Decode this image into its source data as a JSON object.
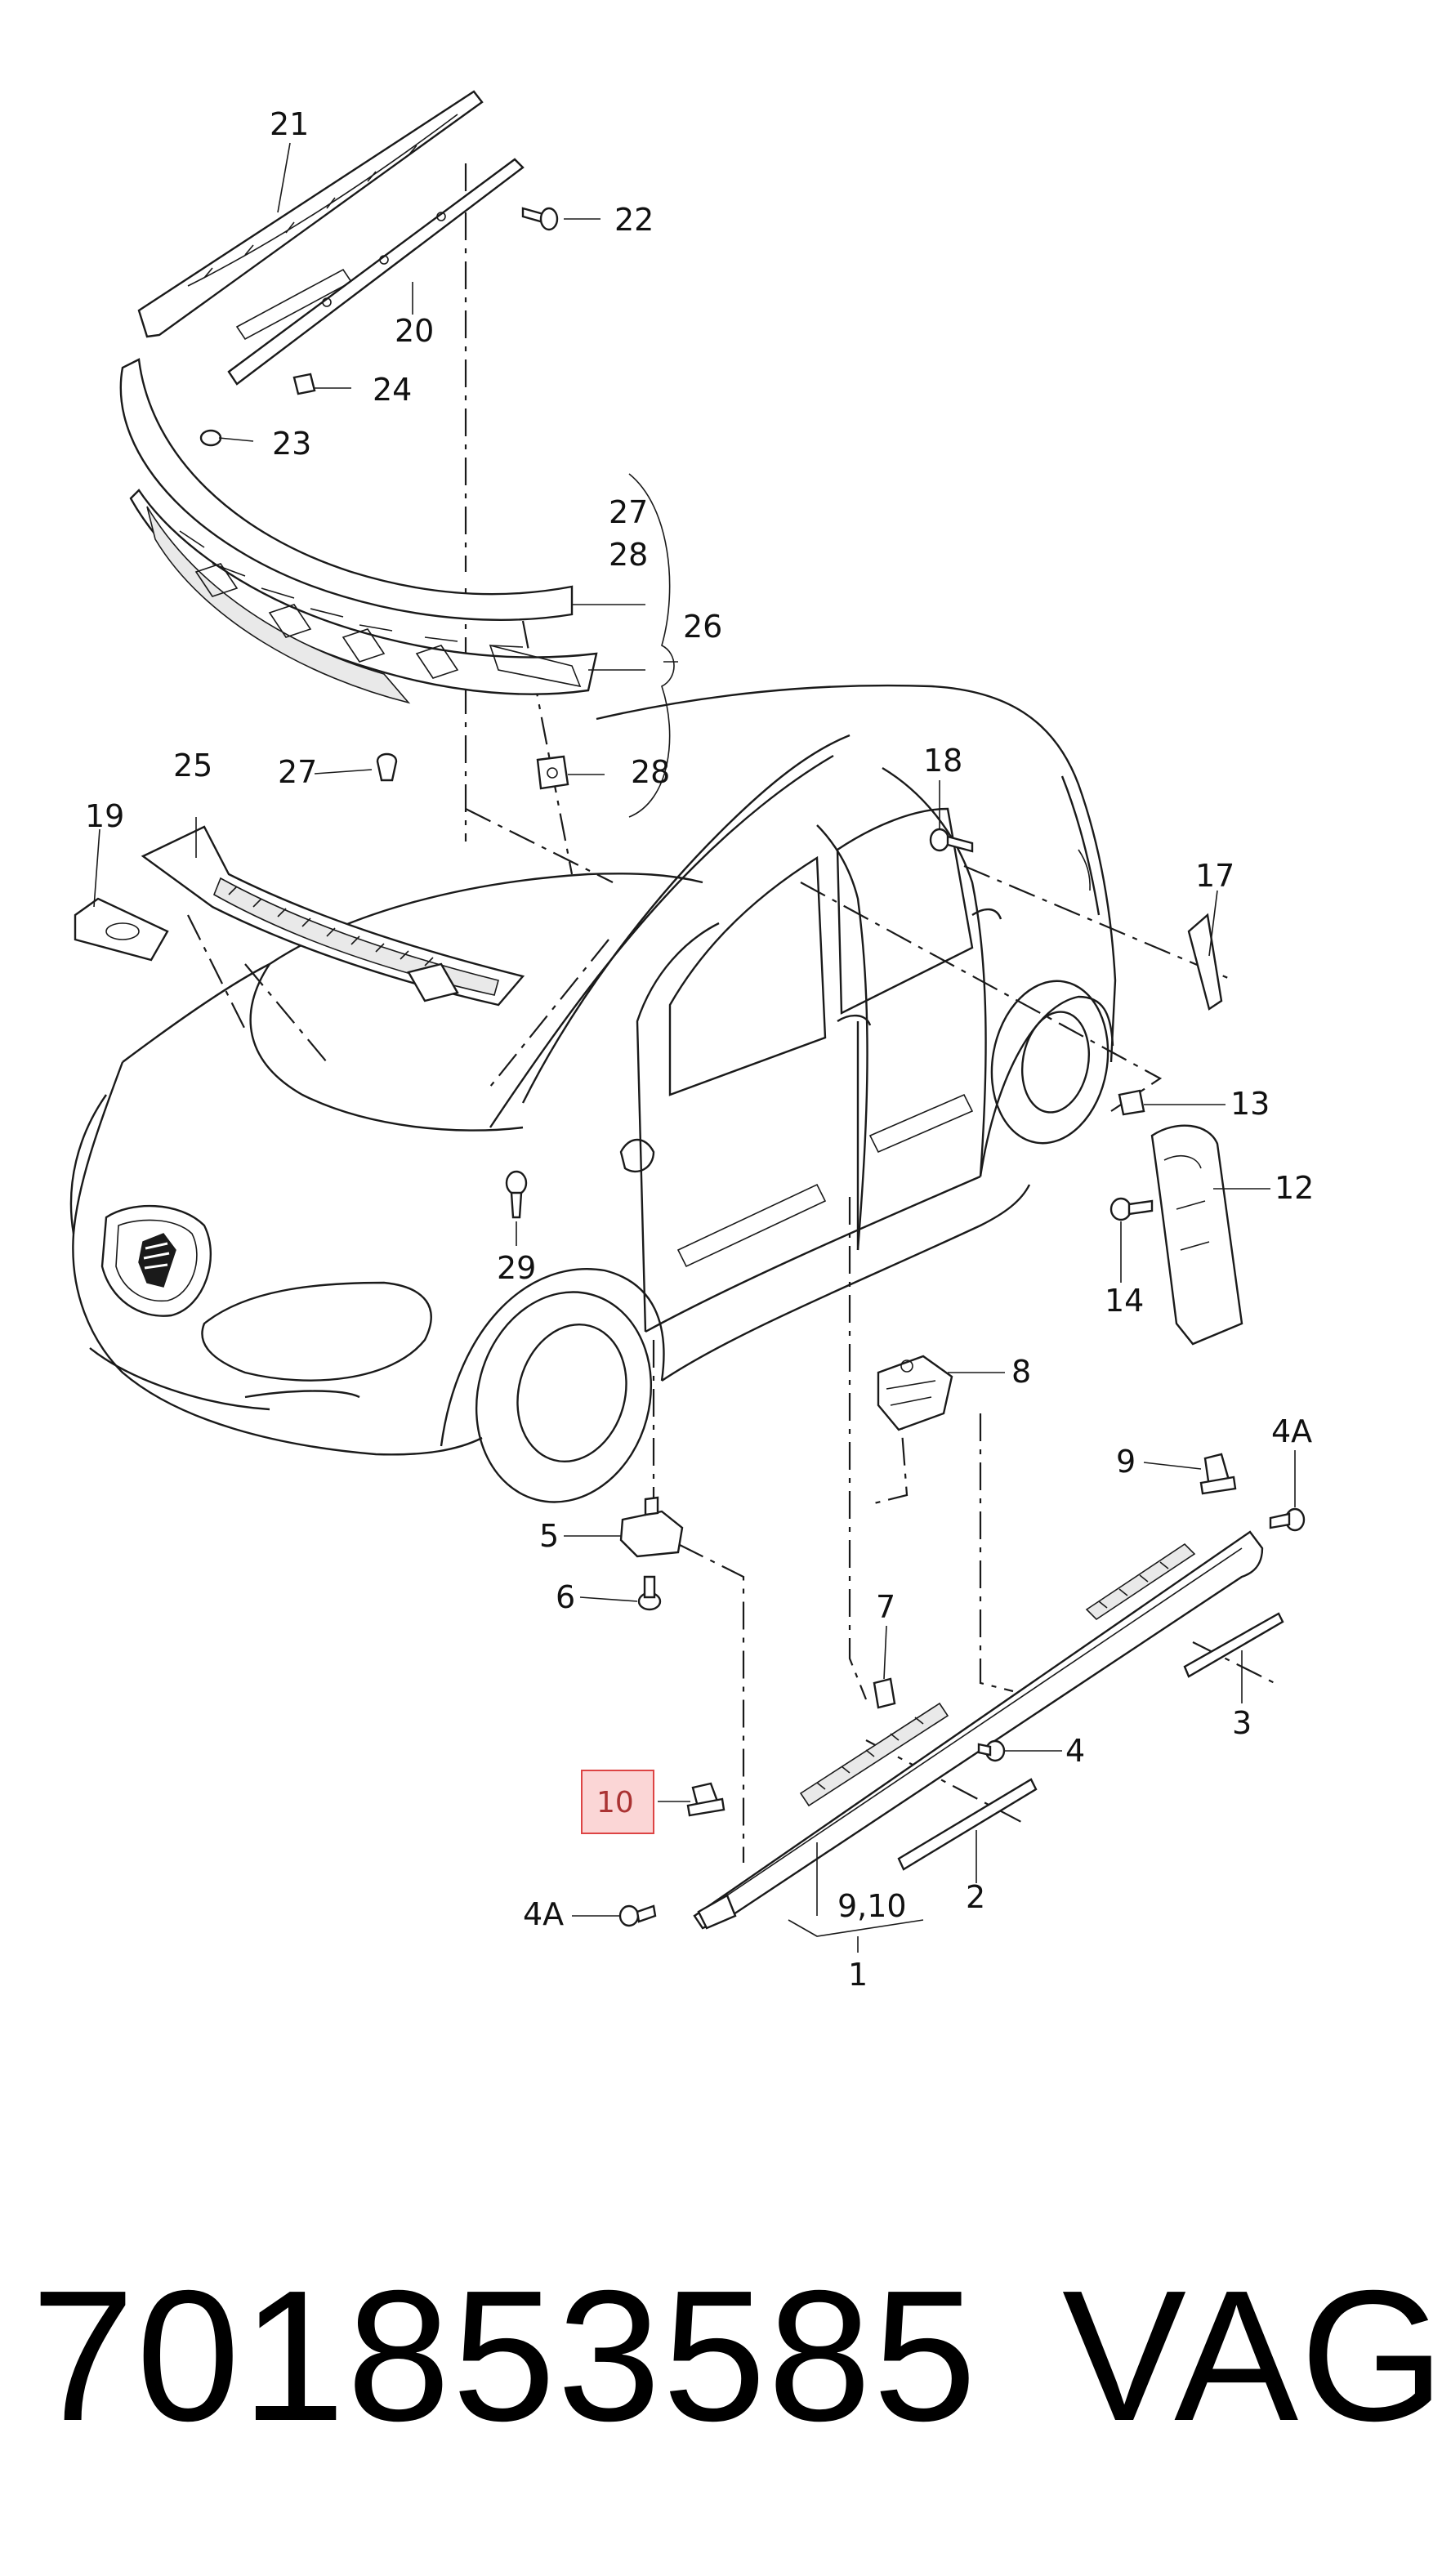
{
  "callouts": {
    "c21": "21",
    "c22": "22",
    "c20": "20",
    "c24": "24",
    "c23": "23",
    "c27a": "27",
    "c28a": "28",
    "c26": "26",
    "c27b": "27",
    "c28b": "28",
    "c25": "25",
    "c19": "19",
    "c18": "18",
    "c17": "17",
    "c13": "13",
    "c12": "12",
    "c14": "14",
    "c29": "29",
    "c8": "8",
    "c9": "9",
    "c4A_right": "4A",
    "c5": "5",
    "c6": "6",
    "c7": "7",
    "c4": "4",
    "c3": "3",
    "c10": "10",
    "c4A_left": "4A",
    "c2": "2",
    "c910": "9,10",
    "c1": "1"
  },
  "highlighted_callout": "10",
  "footer": {
    "part_number": "701853585",
    "brand": "VAG"
  },
  "colors": {
    "highlight_fill": "#fbd6d6",
    "highlight_border": "#dd4444",
    "line": "#1a1a1a"
  }
}
